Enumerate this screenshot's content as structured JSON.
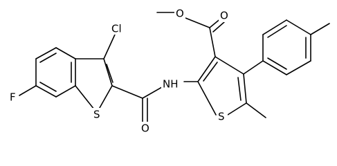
{
  "molecule": {
    "atoms": {
      "cl": "Cl",
      "f": "F",
      "s_benzothiophene": "S",
      "s_thiophene": "S",
      "nh": "NH",
      "o_amide": "O",
      "o_ester_carbonyl": "O",
      "o_ester_ether": "O"
    }
  }
}
